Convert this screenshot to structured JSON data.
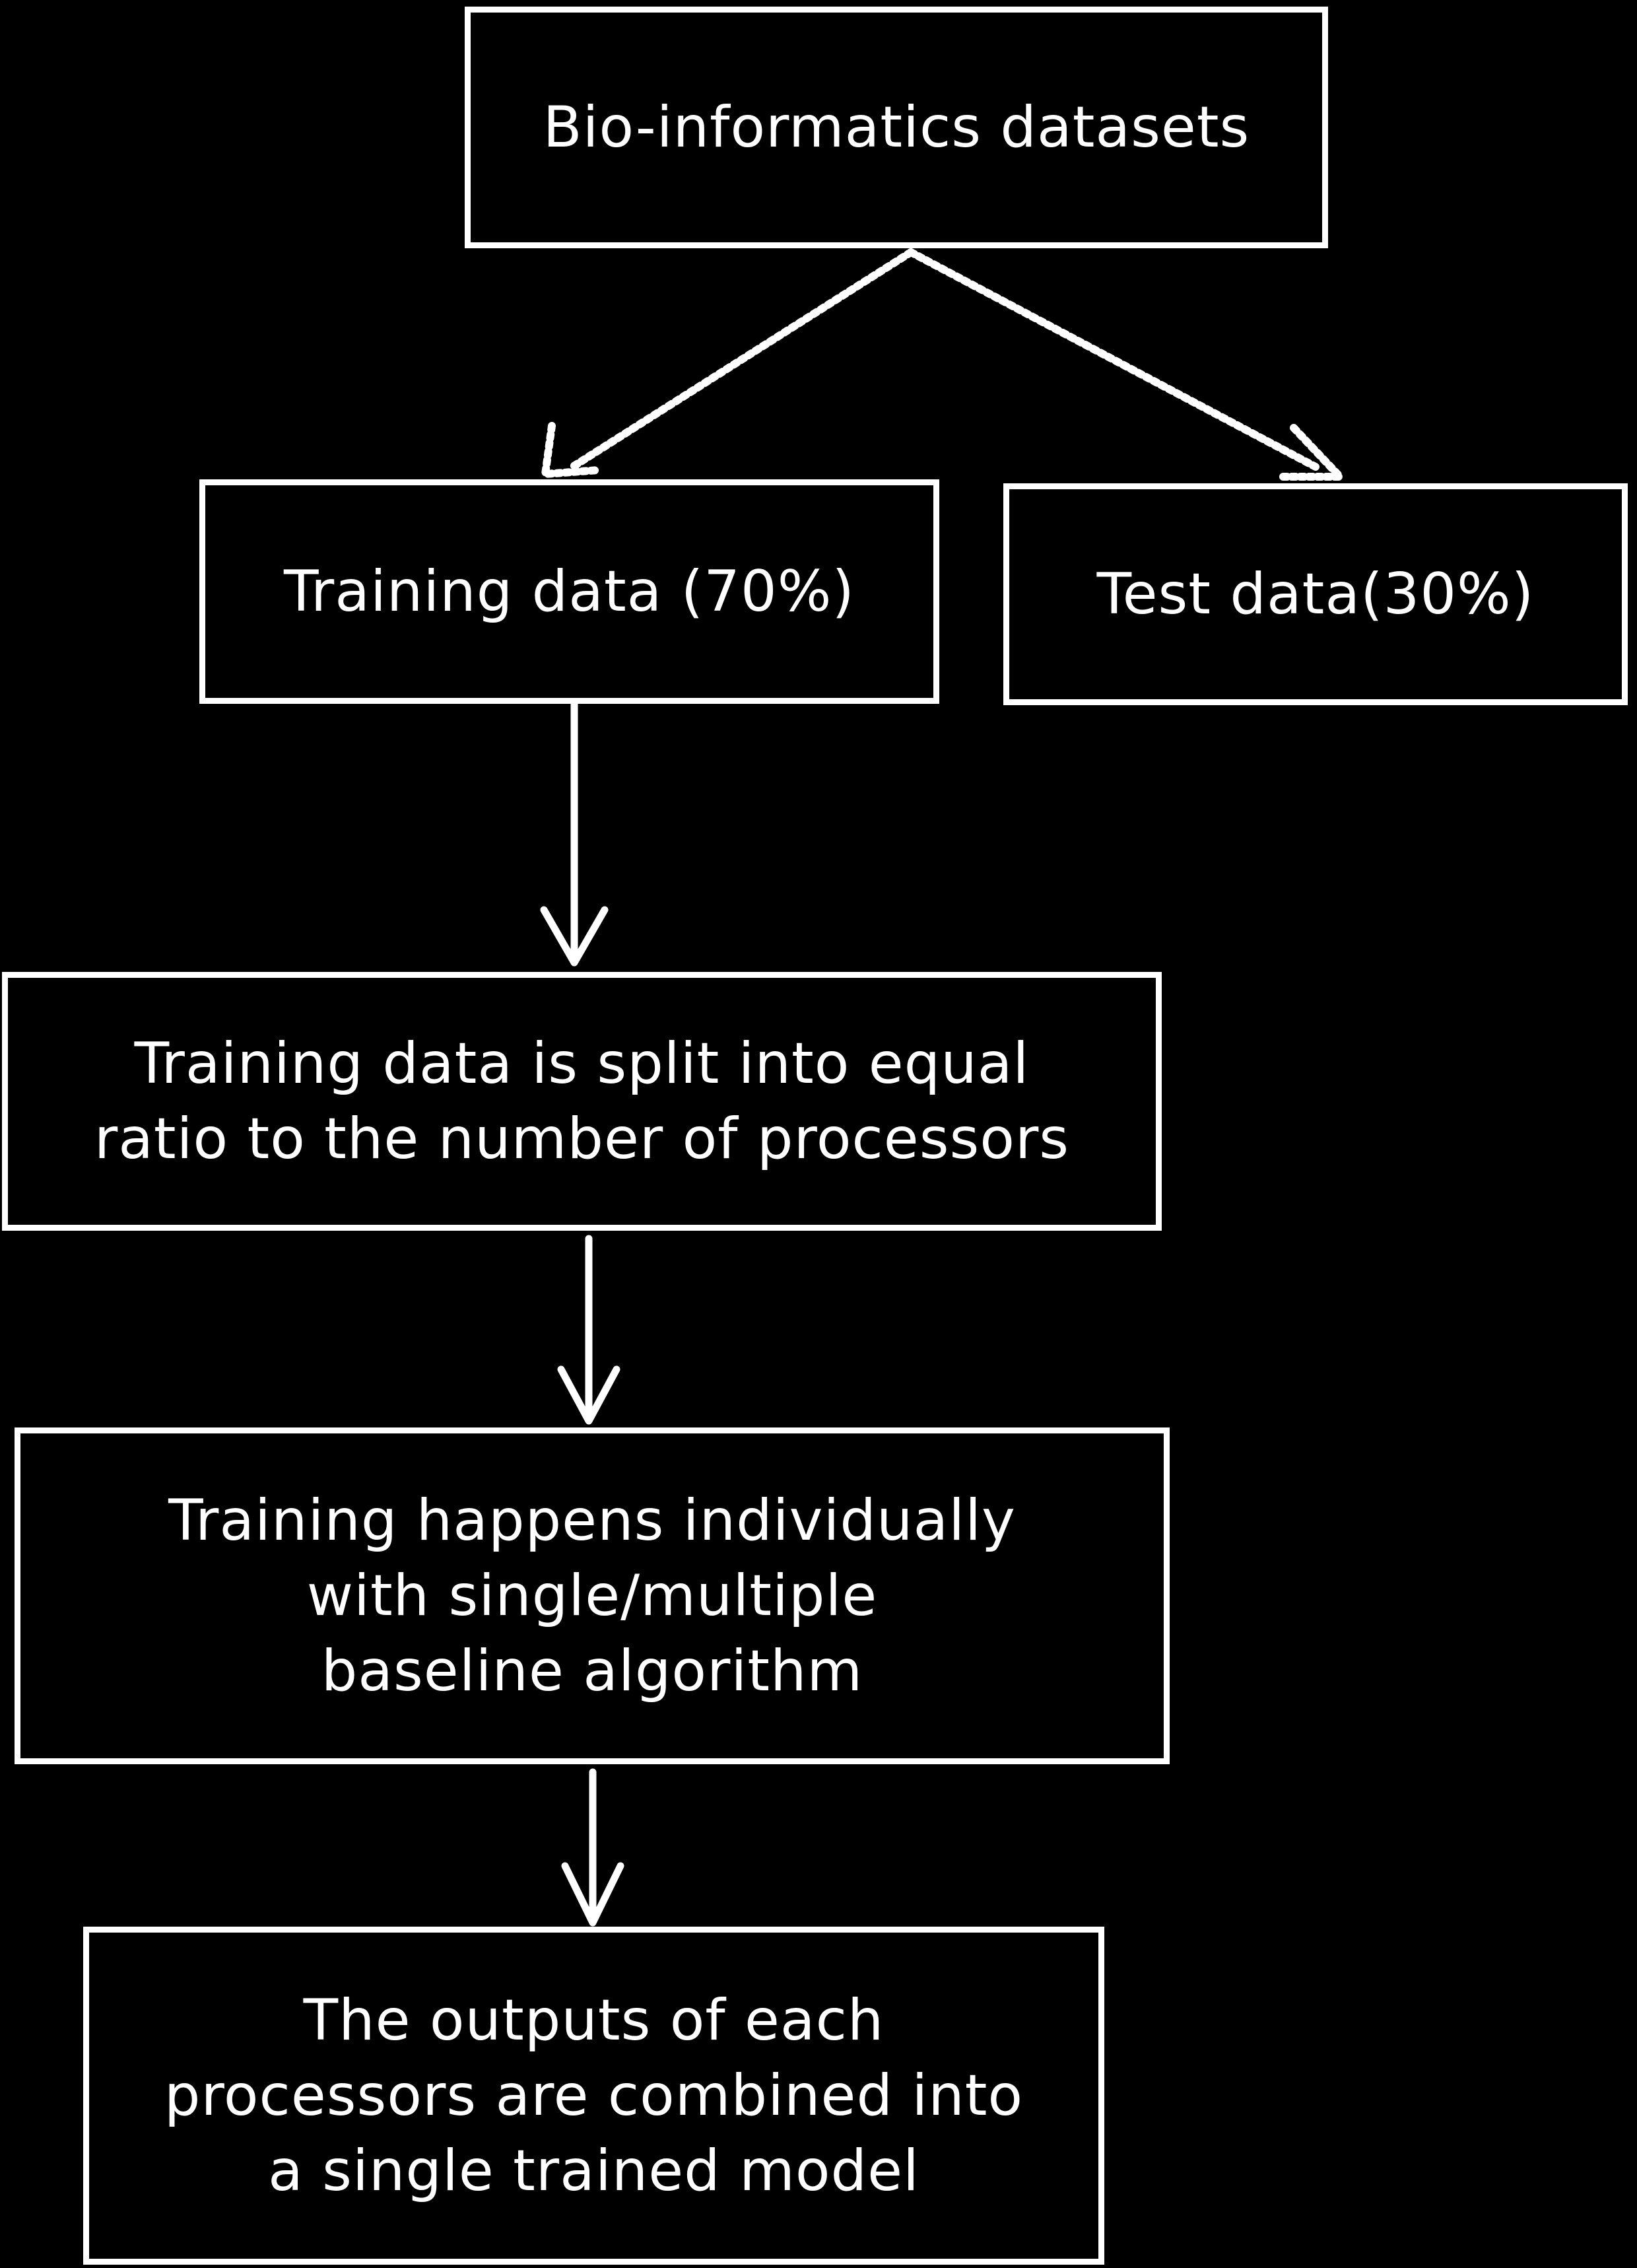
{
  "diagram": {
    "nodes": {
      "datasets": {
        "lines": [
          "Bio-informatics datasets"
        ]
      },
      "training": {
        "lines": [
          "Training data (70%)"
        ]
      },
      "test": {
        "lines": [
          "Test data(30%)"
        ]
      },
      "split": {
        "lines": [
          "Training data is split into equal",
          "ratio to the number of processors"
        ]
      },
      "individual": {
        "lines": [
          "Training happens individually",
          "with single/multiple",
          "baseline algorithm"
        ]
      },
      "combine": {
        "lines": [
          "The outputs of each",
          "processors are combined into",
          "a single trained model"
        ]
      }
    },
    "edges": [
      {
        "from": "datasets",
        "to": "training",
        "style": "dotted"
      },
      {
        "from": "datasets",
        "to": "test",
        "style": "dotted"
      },
      {
        "from": "training",
        "to": "split",
        "style": "solid"
      },
      {
        "from": "split",
        "to": "individual",
        "style": "solid"
      },
      {
        "from": "individual",
        "to": "combine",
        "style": "solid"
      }
    ],
    "colors": {
      "background": "#000000",
      "stroke": "#ffffff",
      "text": "#ffffff"
    }
  }
}
